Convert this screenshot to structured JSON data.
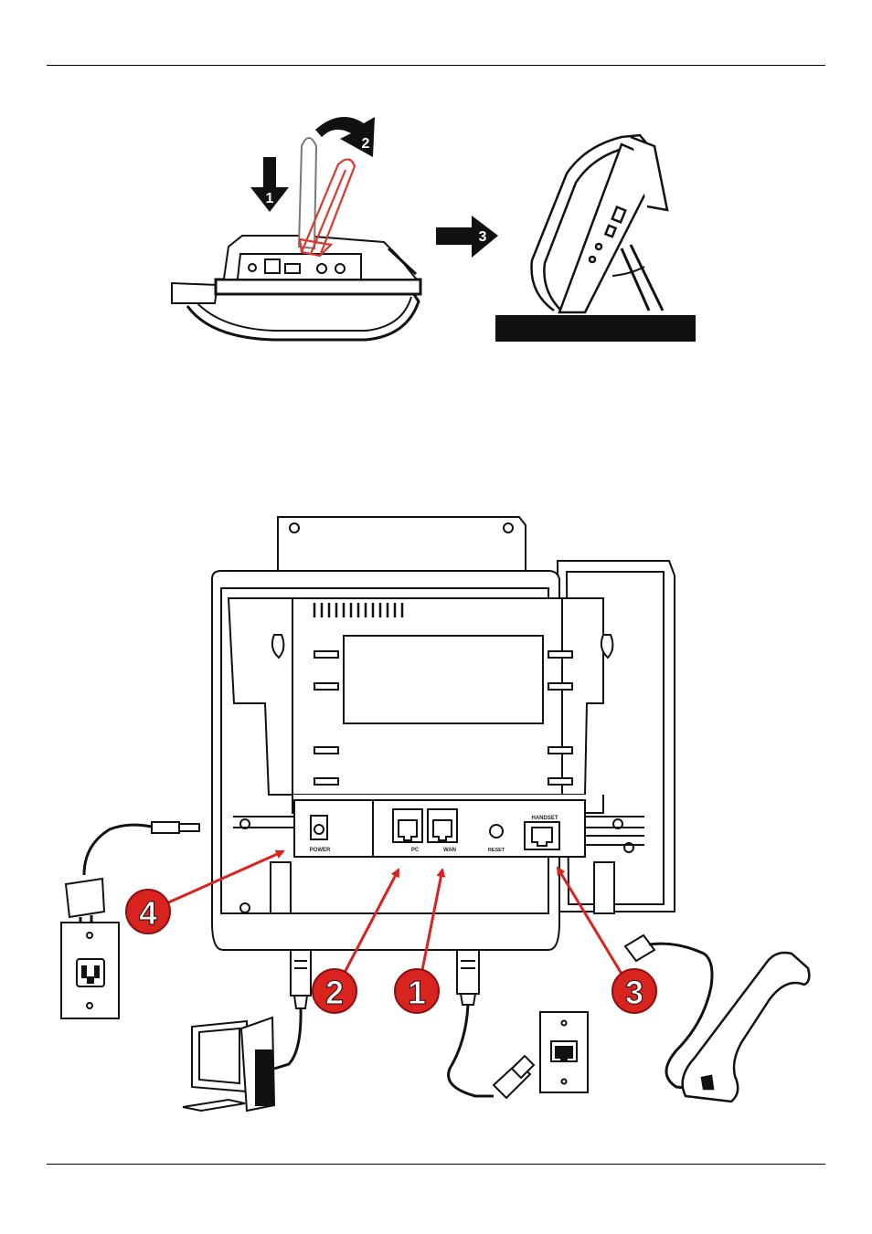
{
  "stand_steps": {
    "step1": "1",
    "step2": "2",
    "step3": "3"
  },
  "port_labels": {
    "power": "POWER",
    "pc": "PC",
    "wan": "WAN",
    "reset": "RESET",
    "handset": "HANDSET"
  },
  "callouts": {
    "c1": "1",
    "c2": "2",
    "c3": "3",
    "c4": "4"
  },
  "colors": {
    "callout_red": "#d8231f",
    "stand_red": "#d9382f",
    "line": "#111111"
  }
}
